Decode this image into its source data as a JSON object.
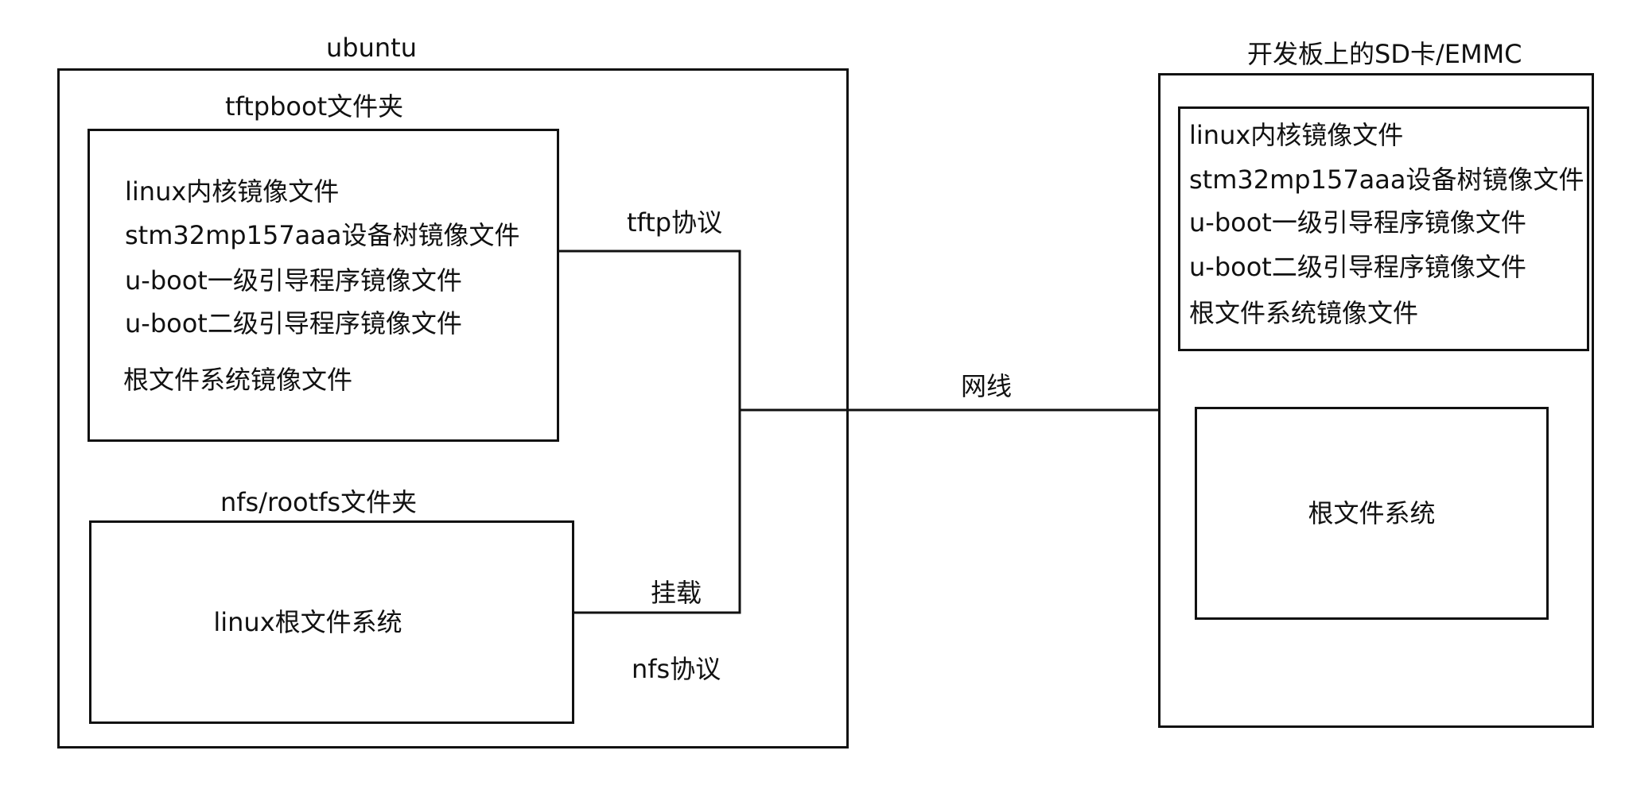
{
  "ubuntu": {
    "title": "ubuntu",
    "tftpboot": {
      "title": "tftpboot文件夹",
      "items": [
        "linux内核镜像文件",
        "stm32mp157aaa设备树镜像文件",
        "u-boot一级引导程序镜像文件",
        "u-boot二级引导程序镜像文件",
        "根文件系统镜像文件"
      ]
    },
    "nfs": {
      "title": "nfs/rootfs文件夹",
      "content": "linux根文件系统"
    }
  },
  "board": {
    "title": "开发板上的SD卡/EMMC",
    "images": {
      "items": [
        "linux内核镜像文件",
        "stm32mp157aaa设备树镜像文件",
        "u-boot一级引导程序镜像文件",
        "u-boot二级引导程序镜像文件",
        "根文件系统镜像文件"
      ]
    },
    "rootfs": {
      "content": "根文件系统"
    }
  },
  "connections": {
    "tftp_label": "tftp协议",
    "mount_label": "挂载",
    "nfs_label": "nfs协议",
    "network_label": "网线"
  }
}
